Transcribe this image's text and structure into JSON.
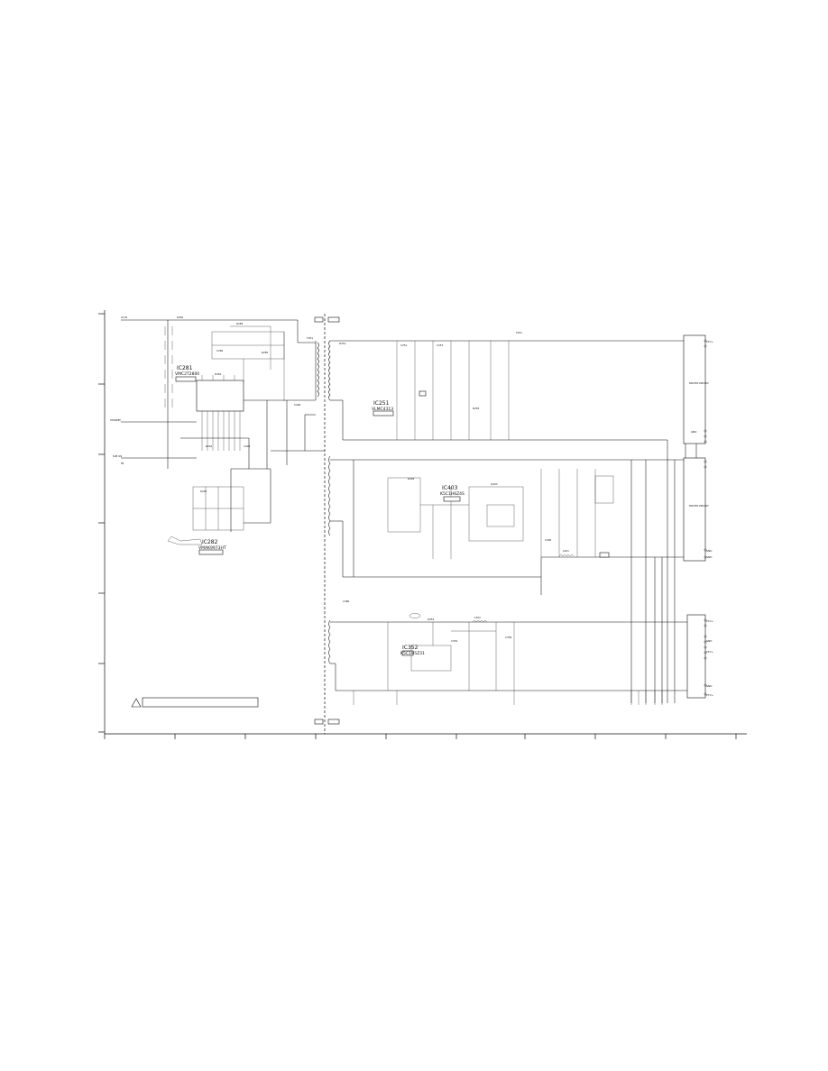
{
  "ics": [
    {
      "ref": "IC281",
      "part": "VMC2T2800"
    },
    {
      "ref": "IC282",
      "part": "VMAK9973HT"
    },
    {
      "ref": "IC251",
      "part": "VLMC4313"
    },
    {
      "ref": "IC403",
      "part": "K5C1H6Z4S"
    },
    {
      "ref": "IC352",
      "part": "K5C1H5Z31"
    }
  ],
  "output_groups": {
    "top": [
      "DRIVE2 DRIVE2",
      "GND",
      "CTV+"
    ],
    "middle": [
      "DRIVE2 DRIVE2",
      "GND",
      "GND"
    ],
    "bottom": [
      "CTV+",
      "GND",
      "CTV+",
      "GND",
      "CTV+"
    ]
  }
}
